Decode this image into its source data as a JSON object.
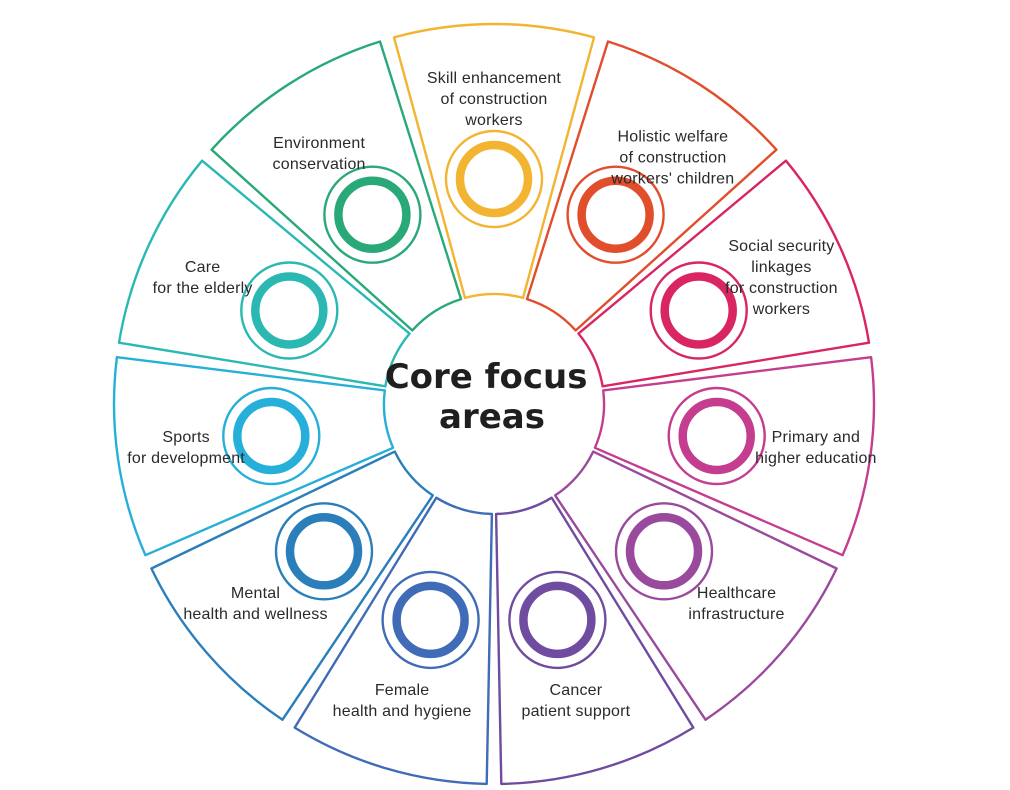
{
  "center": {
    "lines": [
      "Core focus",
      "areas"
    ]
  },
  "segments": [
    {
      "id": "skill-enhancement",
      "color": "#f2b431",
      "lines": [
        "Skill enhancement",
        "of construction",
        "workers"
      ]
    },
    {
      "id": "holistic-welfare",
      "color": "#e04e2c",
      "lines": [
        "Holistic welfare",
        "of construction",
        "workers' children"
      ]
    },
    {
      "id": "social-security",
      "color": "#d92663",
      "lines": [
        "Social security",
        "linkages",
        "for construction",
        "workers"
      ]
    },
    {
      "id": "primary-education",
      "color": "#c43d8f",
      "lines": [
        "Primary and",
        "higher education"
      ]
    },
    {
      "id": "healthcare-infrastructure",
      "color": "#9a4a9c",
      "lines": [
        "Healthcare",
        "infrastructure"
      ]
    },
    {
      "id": "cancer-patient-support",
      "color": "#6f4ca0",
      "lines": [
        "Cancer",
        "patient support"
      ]
    },
    {
      "id": "female-health",
      "color": "#3f6bb7",
      "lines": [
        "Female",
        "health and hygiene"
      ]
    },
    {
      "id": "mental-health",
      "color": "#2a7fba",
      "lines": [
        "Mental",
        "health and wellness"
      ]
    },
    {
      "id": "sports-development",
      "color": "#26afd8",
      "lines": [
        "Sports",
        "for development"
      ]
    },
    {
      "id": "care-elderly",
      "color": "#2bb8b3",
      "lines": [
        "Care",
        "for the elderly"
      ]
    },
    {
      "id": "environment-conservation",
      "color": "#2aa978",
      "lines": [
        "Environment",
        "conservation"
      ]
    }
  ]
}
